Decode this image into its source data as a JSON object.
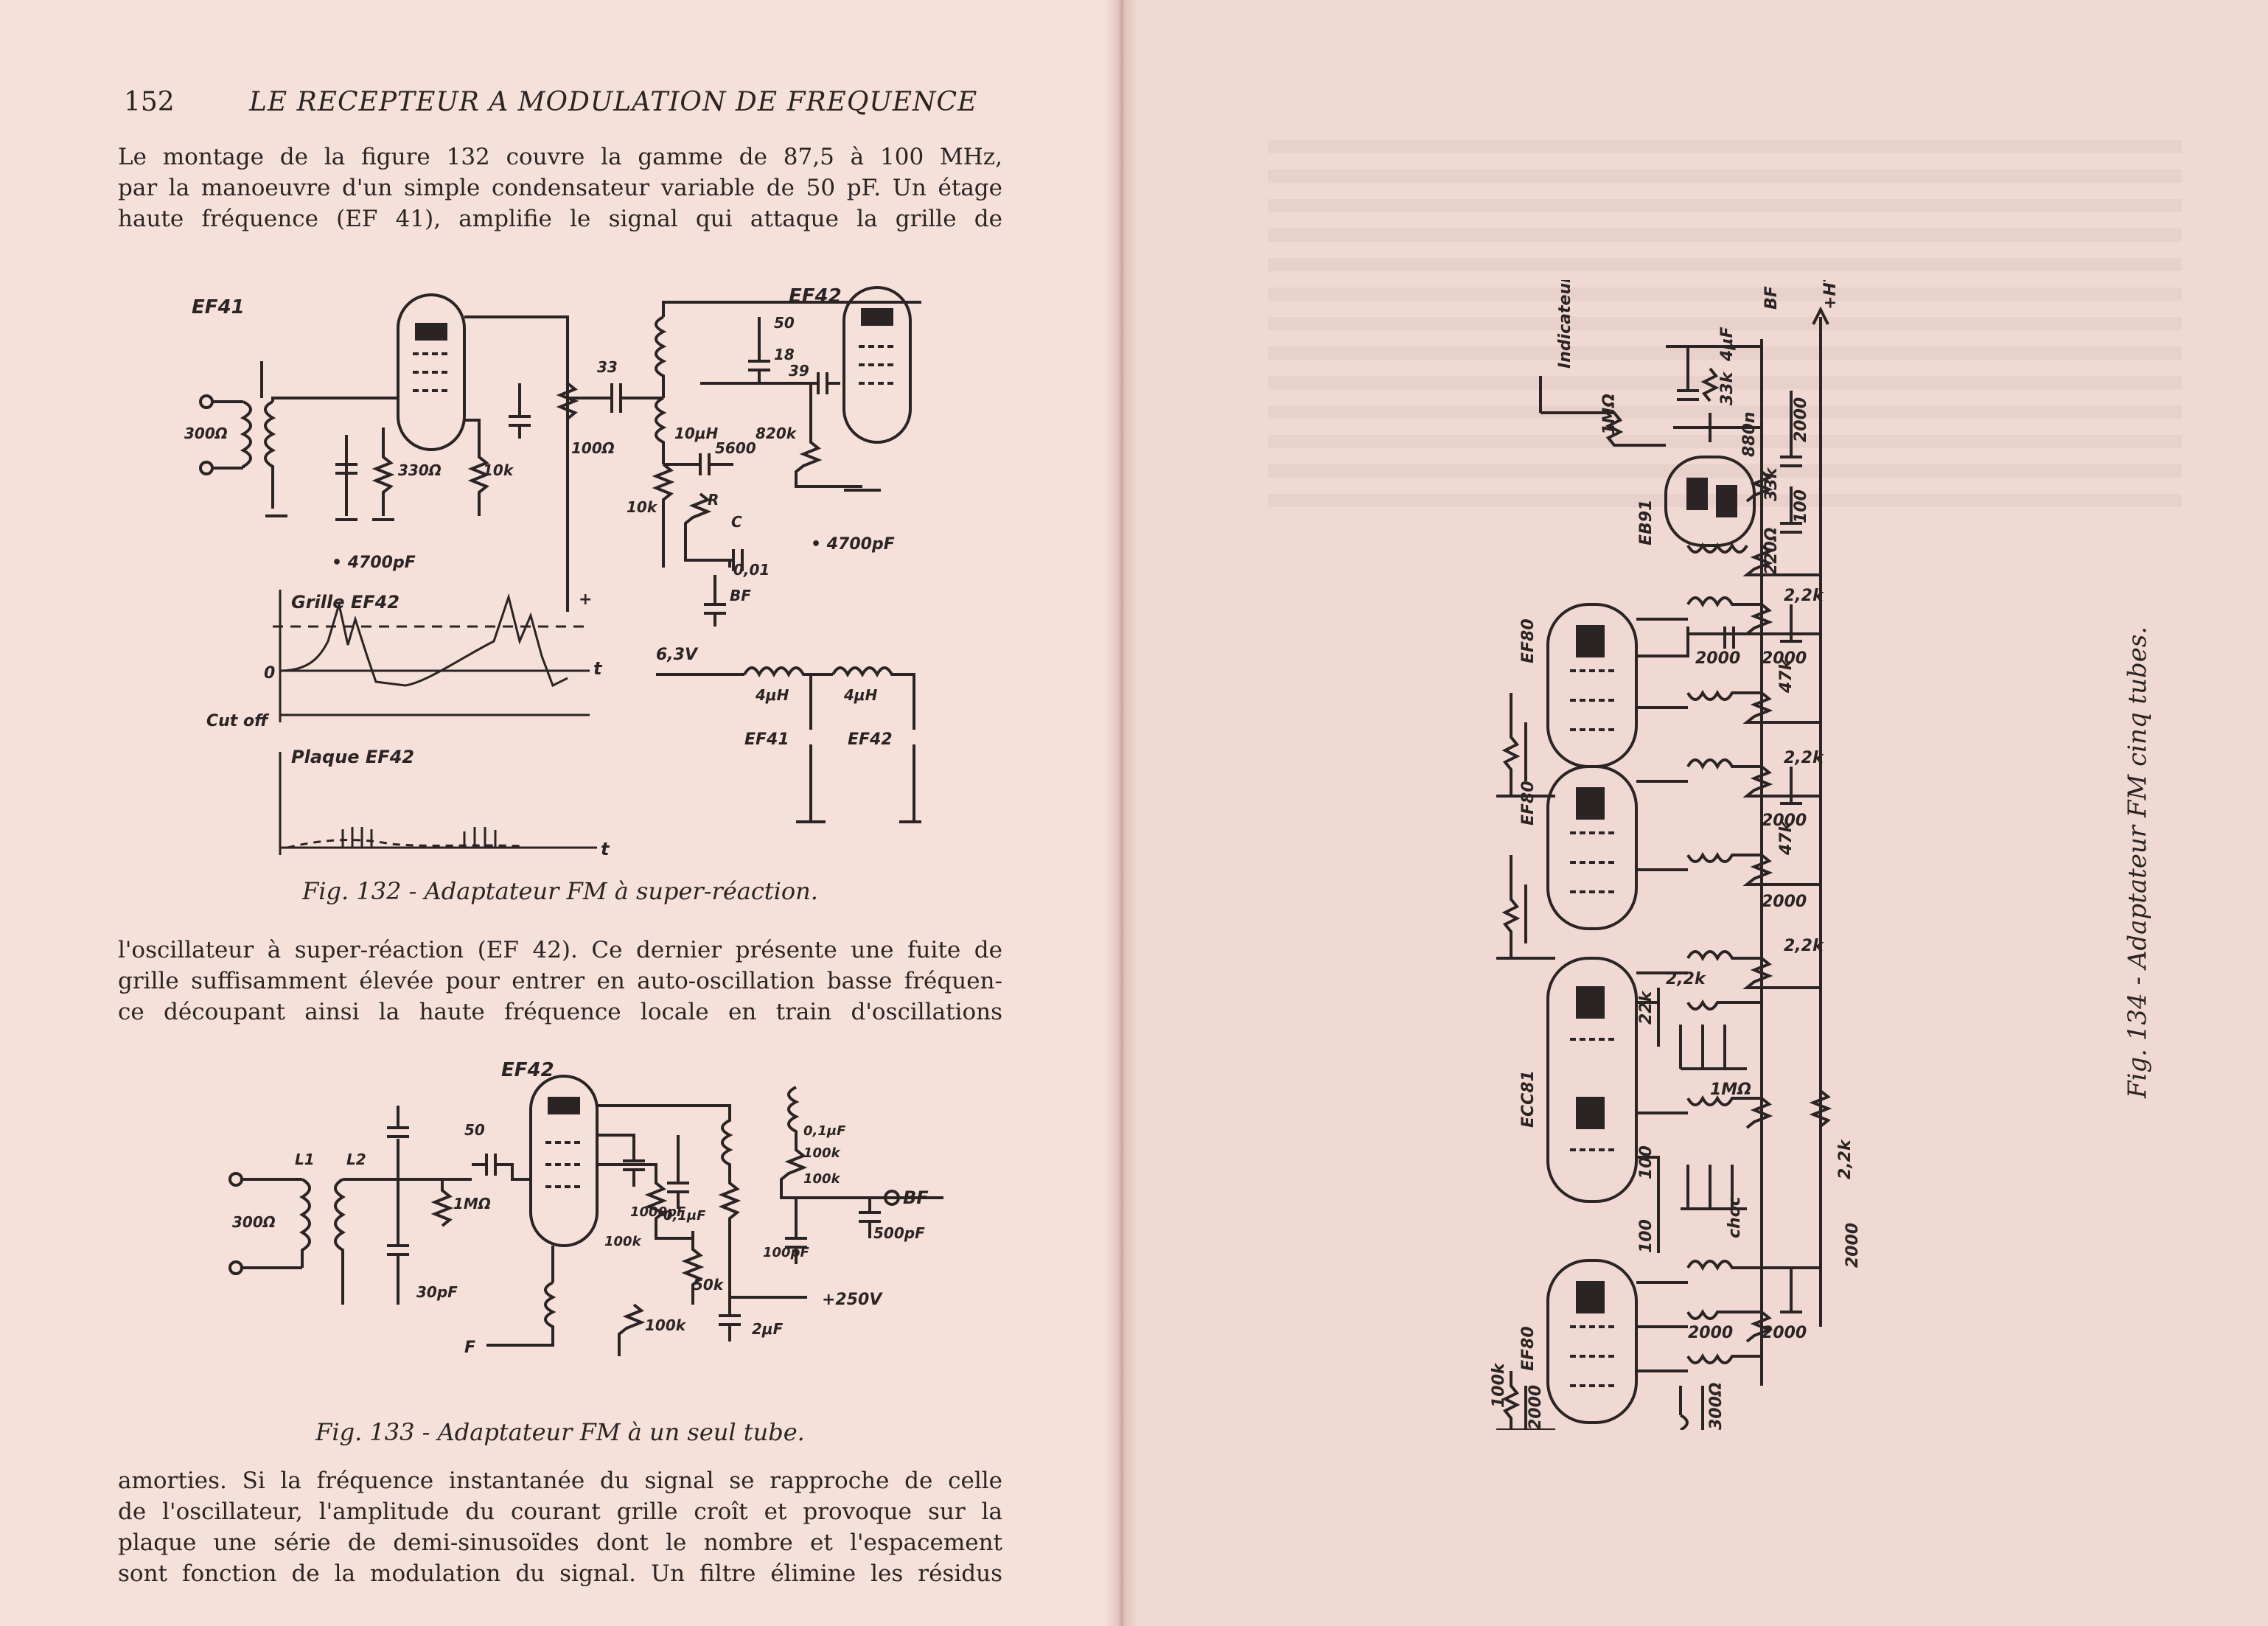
{
  "header": {
    "page_number": "152",
    "running_title": "LE RECEPTEUR A MODULATION DE FREQUENCE"
  },
  "para1": [
    "Le montage de la figure 132 couvre la gamme de 87,5 à 100 MHz,",
    "par la manoeuvre d'un simple condensateur variable de 50 pF. Un étage",
    "haute fréquence (EF 41), amplifie le signal qui attaque la grille de"
  ],
  "fig132": {
    "caption": "Fig. 132 - Adaptateur FM à super-réaction.",
    "labels": {
      "ef41": "EF41",
      "ef42": "EF42",
      "r300": "300Ω",
      "r330": "330Ω",
      "r10k_a": "10k",
      "r100": "100Ω",
      "c33": "33",
      "l10": "10μH",
      "r10k_b": "10k",
      "c5600": "5600",
      "r": "R",
      "c": "C",
      "c50": "50",
      "c18": "18",
      "c39": "39",
      "r820": "820k",
      "c001": "0,01",
      "bf": "BF",
      "plus": "+",
      "c4700_a": "• 4700pF",
      "c4700_b": "• 4700pF",
      "grille": "Grille EF42",
      "zero": "0",
      "cutoff": "Cut off",
      "t1": "t",
      "plaque": "Plaque EF42",
      "t2": "t",
      "v63": "6,3V",
      "l4a": "4μH",
      "l4b": "4μH",
      "ef41b": "EF41",
      "ef42b": "EF42"
    }
  },
  "para2": [
    "l'oscillateur à super-réaction (EF 42). Ce dernier présente une fuite de",
    "grille suffisamment élevée pour entrer en auto-oscillation basse fréquen-",
    "ce découpant ainsi la haute fréquence locale en train d'oscillations"
  ],
  "fig133": {
    "caption": "Fig. 133 - Adaptateur FM à un seul tube.",
    "labels": {
      "ef42": "EF42",
      "l1": "L1",
      "l2": "L2",
      "r300": "300Ω",
      "c50": "50",
      "r1m": "1MΩ",
      "c30": "30pF",
      "r100k_a": "100k",
      "c1000": "1000pF",
      "c01a": "0,1μF",
      "c01b": "0,1μF",
      "r100k_b": "100k",
      "r100k_c": "100k",
      "bf": "BF",
      "c500": "500pF",
      "c100": "100pF",
      "r50k": "50k",
      "v250": "+250V",
      "r100k_d": "100k",
      "c2": "2μF",
      "f": "F"
    }
  },
  "para3": [
    "amorties. Si la fréquence instantanée du signal se rapproche de celle",
    "de l'oscillateur, l'amplitude du courant grille croît et provoque sur la",
    "plaque une série de demi-sinusoïdes dont le nombre et l'espacement",
    "sont fonction de la modulation du signal. Un filtre élimine les résidus"
  ],
  "fig134": {
    "caption": "Fig. 134 - Adaptateur FM cinq tubes.",
    "labels": {
      "indicateur": "Indicateur d'accord",
      "bf": "BF",
      "ht": "+HT",
      "c4": "4μF",
      "r33k_a": "33k",
      "r1m": "1MΩ",
      "c880": "880n",
      "c2000_a": "2000",
      "eb91": "EB91",
      "r33k_b": "33k",
      "c100_a": "100",
      "r220": "220Ω",
      "ef80_1": "EF80",
      "r22k_1": "2,2k",
      "c2000_b": "2000",
      "c2000_c": "2000",
      "r47k_1": "47k",
      "ef80_2": "EF80",
      "r22k_2": "2,2k",
      "c2000_d": "2000",
      "r47k_2": "47k",
      "c2000_e": "2000",
      "r22k_3": "2,2k",
      "ecc81": "ECC81",
      "r22k_4": "2,2k",
      "r22k_5": "22k",
      "r1m_b": "1MΩ",
      "c100_b": "100",
      "c100_c": "100",
      "choc": "choc",
      "r22k_6": "2,2k",
      "c2000_f": "2000",
      "ef80_3": "EF80",
      "c2000_g": "2000",
      "c2000_h": "2000",
      "r300": "300Ω",
      "r100k": "100k",
      "c2000_i": "2000"
    }
  }
}
